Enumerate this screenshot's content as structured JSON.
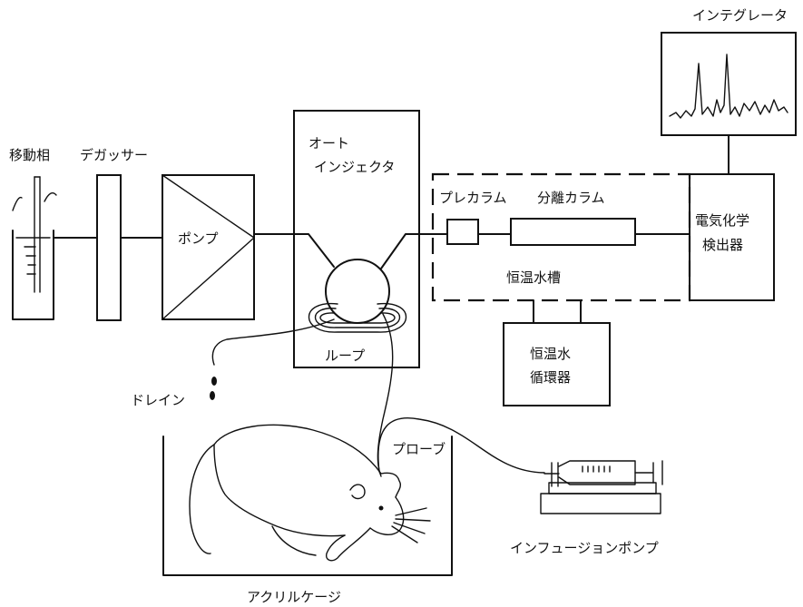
{
  "labels": {
    "mobile_phase": "移動相",
    "degasser": "デガッサー",
    "pump": "ポンプ",
    "autoinjector_line1": "オート",
    "autoinjector_line2": "インジェクタ",
    "loop": "ループ",
    "drain": "ドレイン",
    "precolumn": "プレカラム",
    "separation_column": "分離カラム",
    "thermostat_bath": "恒温水槽",
    "circulator_line1": "恒温水",
    "circulator_line2": "循環器",
    "ec_detector_line1": "電気化学",
    "ec_detector_line2": "検出器",
    "integrator": "インテグレータ",
    "probe": "プローブ",
    "infusion_pump": "インフュージョンポンプ",
    "acrylic_cage": "アクリルケージ"
  }
}
